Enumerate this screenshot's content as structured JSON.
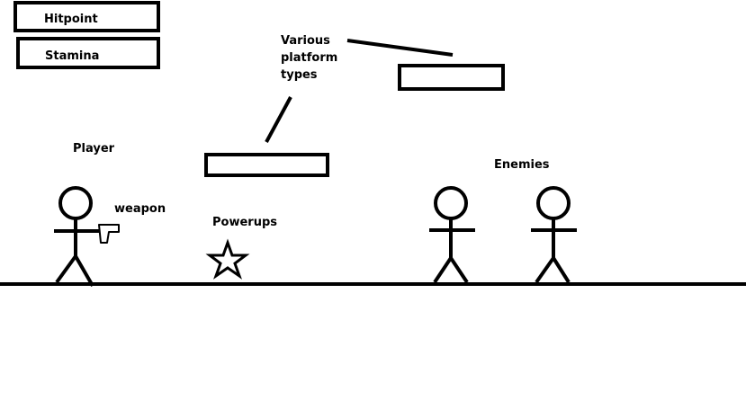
{
  "hud": {
    "hitpoint_label": "Hitpoint",
    "stamina_label": "Stamina"
  },
  "annotations": {
    "platforms_line1": "Various",
    "platforms_line2": "platform",
    "platforms_line3": "types",
    "player": "Player",
    "weapon": "weapon",
    "powerups": "Powerups",
    "enemies": "Enemies"
  },
  "icons": {
    "weapon": "pistol-icon",
    "powerup": "star-icon"
  },
  "colors": {
    "ink": "#000000",
    "background": "#ffffff"
  }
}
